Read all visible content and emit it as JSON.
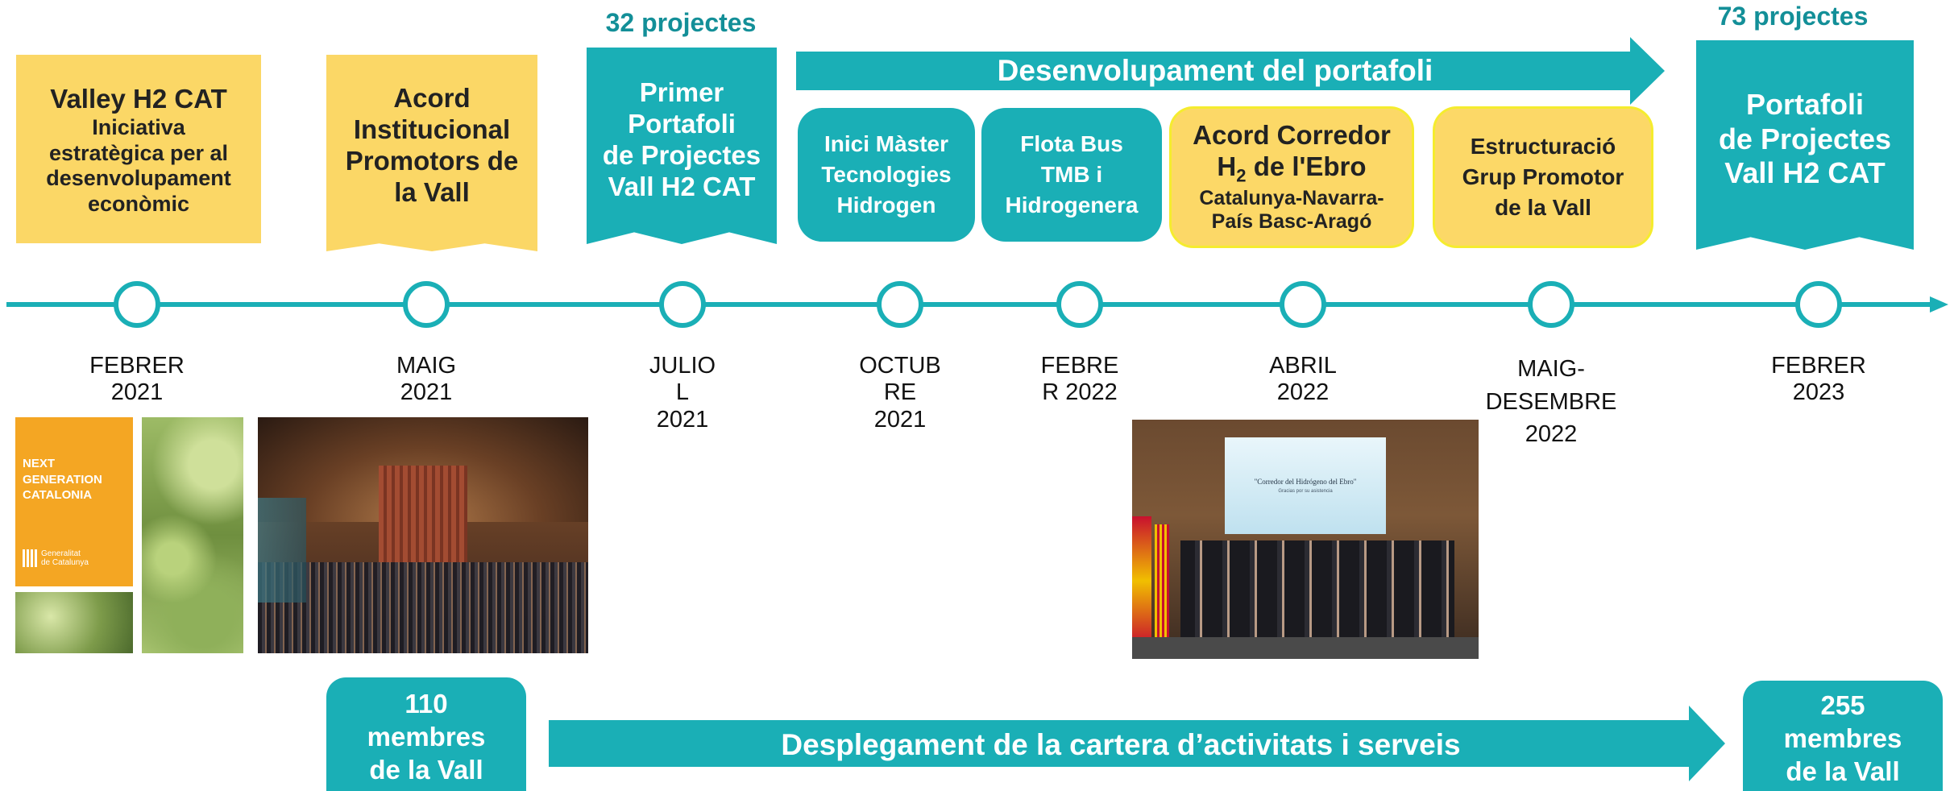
{
  "top": {
    "count_left": "32 projectes",
    "count_right": "73 projectes",
    "arrow_label": "Desenvolupament del portafoli"
  },
  "milestones": [
    {
      "id": "m1",
      "lines": [
        "Valley H2 CAT",
        "Iniciativa",
        "estratègica per al",
        "desenvolupament",
        "econòmic"
      ]
    },
    {
      "id": "m2",
      "lines": [
        "Acord",
        "Institucional",
        "Promotors de",
        "la Vall"
      ]
    },
    {
      "id": "m3",
      "lines": [
        "Primer",
        "Portafoli",
        "de Projectes",
        "Vall H2 CAT"
      ]
    },
    {
      "id": "m4",
      "lines": [
        "Inici Màster",
        "Tecnologies",
        "Hidrogen"
      ]
    },
    {
      "id": "m5",
      "lines": [
        "Flota Bus",
        "TMB i",
        "Hidrogenera"
      ]
    },
    {
      "id": "m6",
      "lines": [
        "Acord Corredor",
        "de l'Ebro",
        "Catalunya-Navarra-",
        "País Basc-Aragó"
      ],
      "h_letter": "H",
      "h_sub": "2"
    },
    {
      "id": "m7",
      "lines": [
        "Estructuració",
        "Grup Promotor",
        "de la Vall"
      ]
    },
    {
      "id": "m8",
      "lines": [
        "Portafoli",
        "de Projectes",
        "Vall H2 CAT"
      ]
    }
  ],
  "dates": [
    [
      "FEBRER",
      "2021"
    ],
    [
      "MAIG",
      "2021"
    ],
    [
      "JULIO",
      "L",
      "2021"
    ],
    [
      "OCTUB",
      "RE",
      "2021"
    ],
    [
      "FEBRE",
      "R 2022"
    ],
    [
      "ABRIL",
      "2022"
    ],
    [
      "MAIG-",
      "DESEMBRE",
      "2022"
    ],
    [
      "FEBRER",
      "2023"
    ]
  ],
  "photos": {
    "ngc_lines": [
      "NEXT",
      "GENERATION",
      "CATALONIA"
    ],
    "ngc_logo": [
      "Generalitat",
      "de Catalunya"
    ],
    "corredor_screen": "\"Corredor del Hidrógeno del Ebro\"",
    "corredor_sub": "Gracias por su asistencia"
  },
  "bottom": {
    "members_left": [
      "110",
      "membres",
      "de la Vall"
    ],
    "members_right": [
      "255",
      "membres",
      "de la Vall"
    ],
    "arrow_label": "Desplegament de la cartera d’activitats i serveis"
  },
  "colors": {
    "teal": "#1aafb6",
    "yellow": "#fbd766",
    "count_text": "#138f98"
  }
}
